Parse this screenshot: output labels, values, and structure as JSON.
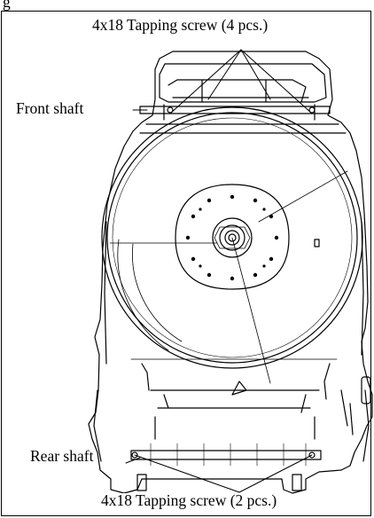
{
  "figure": {
    "top_fragment": "g",
    "labels": {
      "top_screws": "4x18 Tapping screw (4 pcs.)",
      "front_shaft": "Front shaft",
      "rear_shaft": "Rear shaft",
      "bottom_screws": "4x18 Tapping screw (2 pcs.)"
    }
  }
}
